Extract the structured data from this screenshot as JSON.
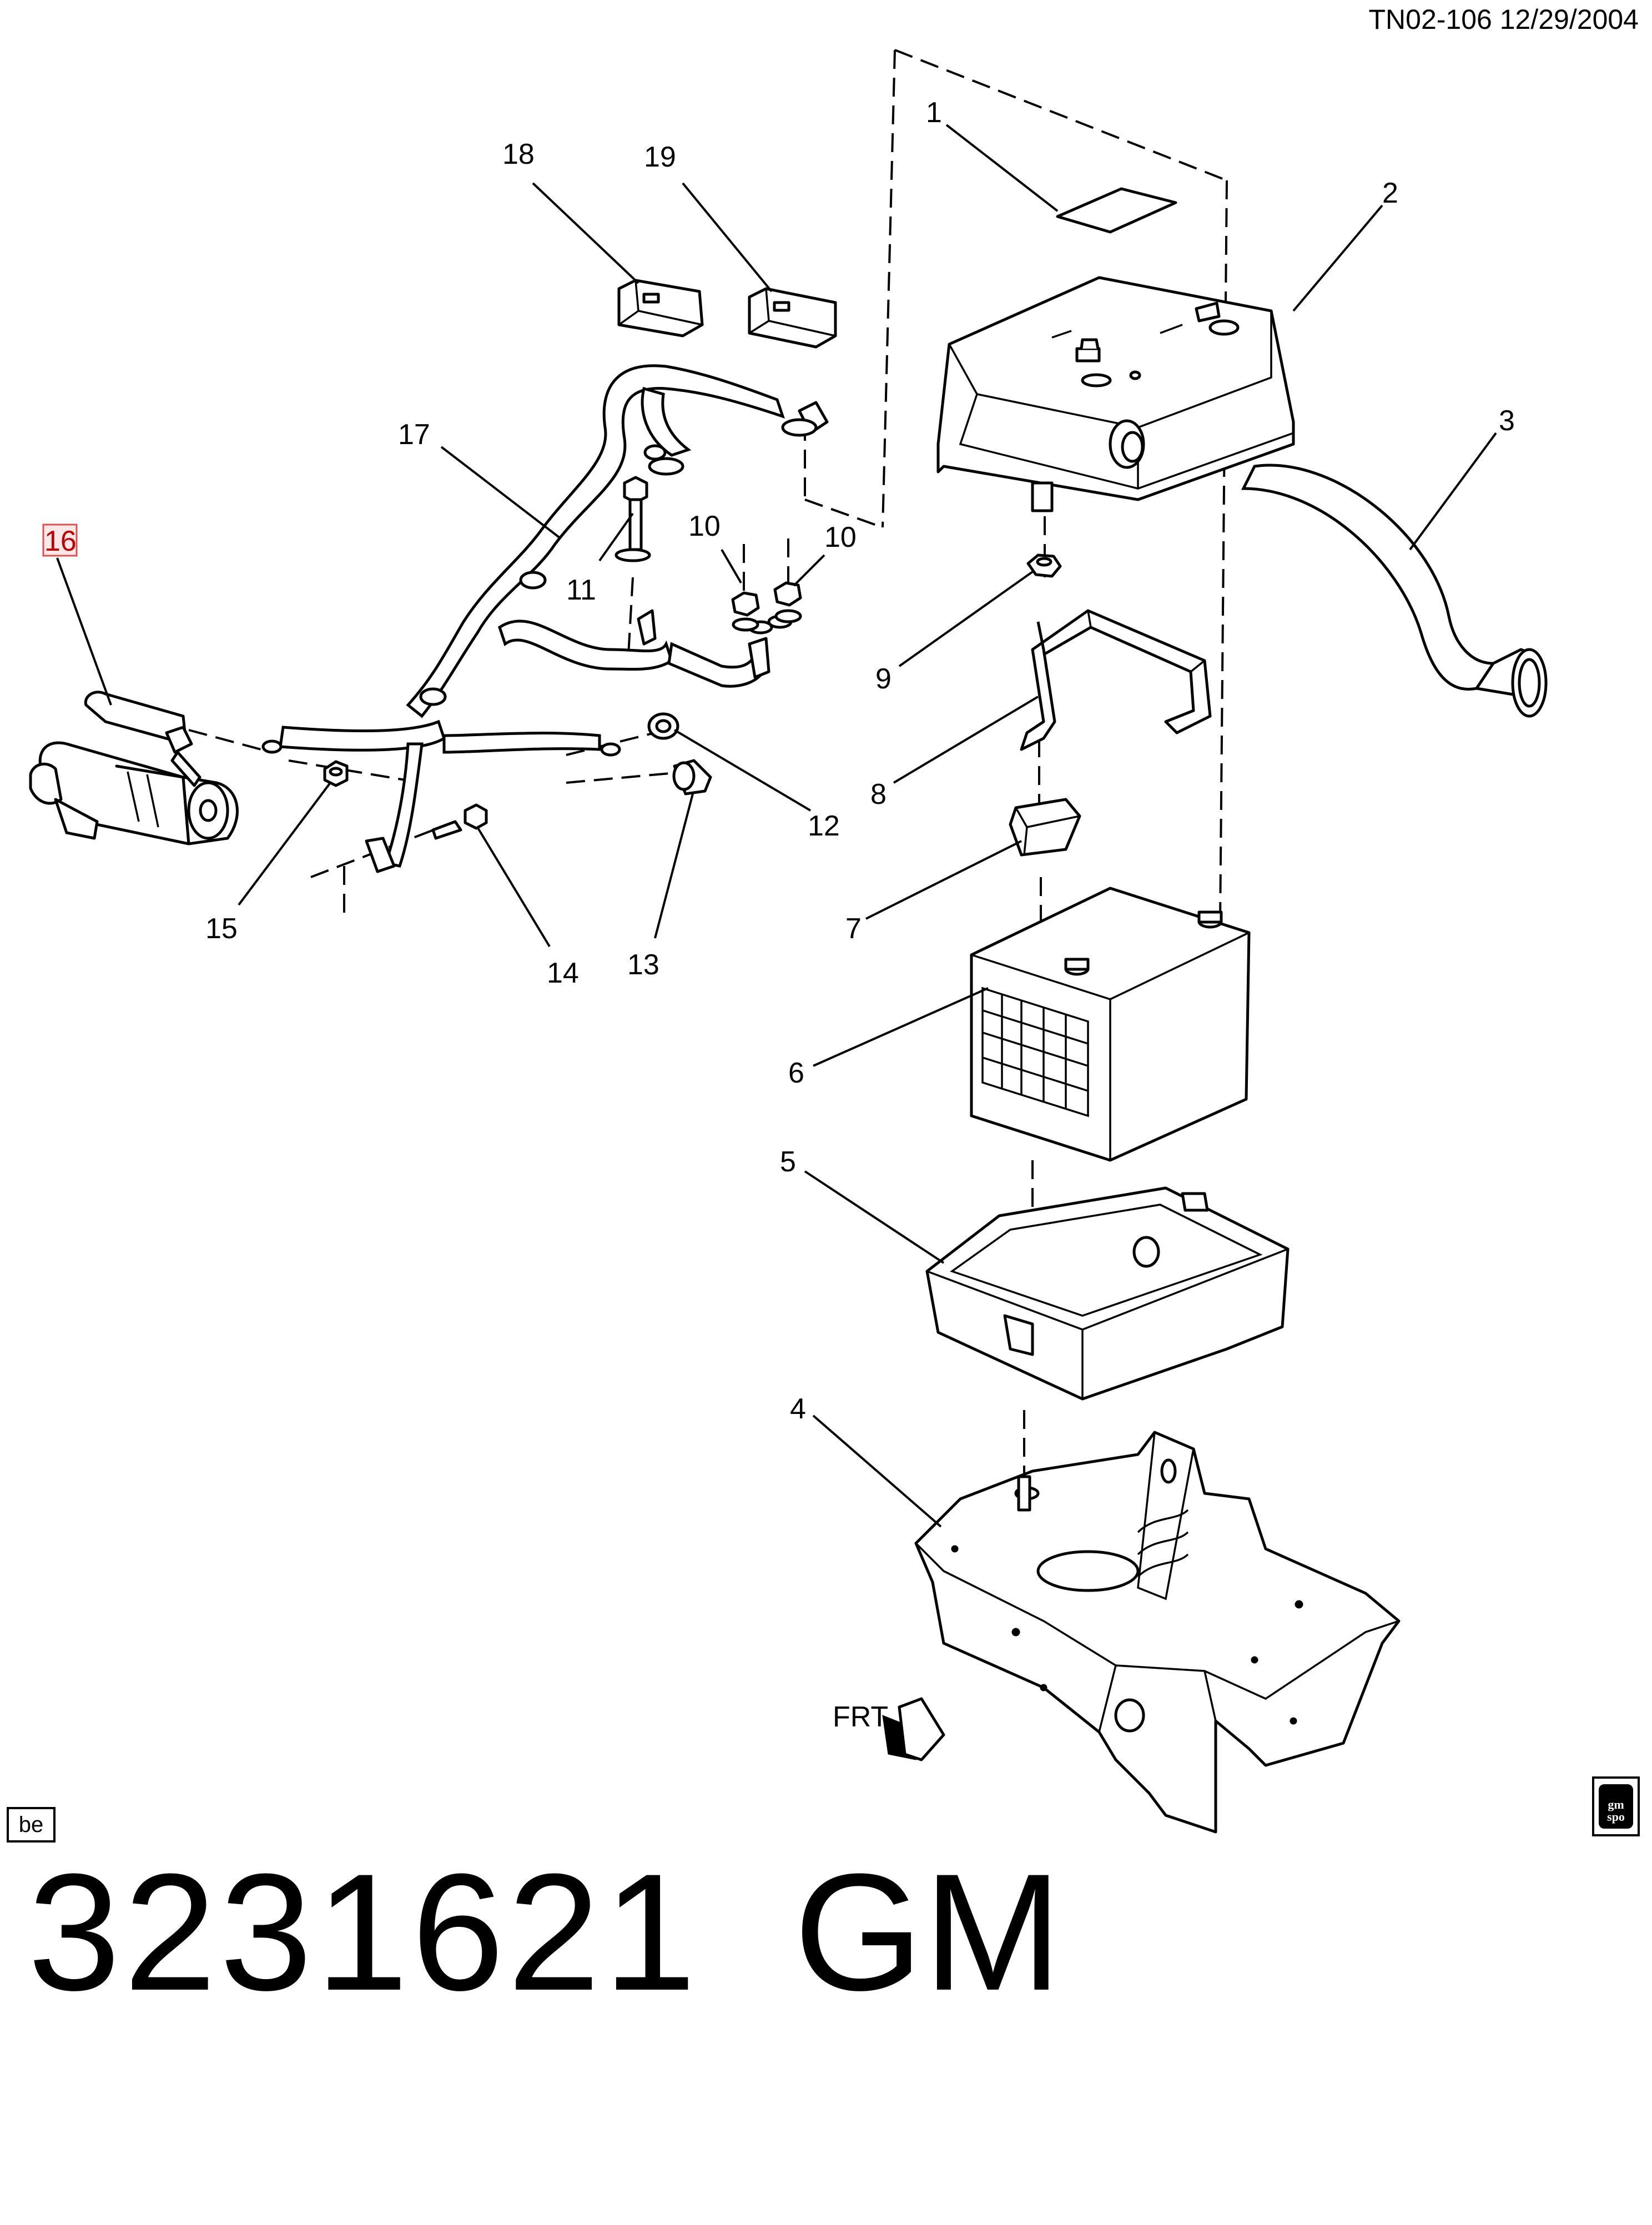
{
  "header": {
    "doc_id": "TN02-106 12/29/2004"
  },
  "footer": {
    "catalog_number": "3231621",
    "brand": "GM",
    "badge": "be",
    "logo_text": "gm\nspo"
  },
  "front_arrow_label": "FRT",
  "callouts": {
    "c1": "1",
    "c2": "2",
    "c3": "3",
    "c4": "4",
    "c5": "5",
    "c6": "6",
    "c7": "7",
    "c8": "8",
    "c9": "9",
    "c10a": "10",
    "c10b": "10",
    "c11": "11",
    "c12": "12",
    "c13": "13",
    "c14": "14",
    "c15": "15",
    "c16": "16",
    "c17": "17",
    "c18": "18",
    "c19": "19"
  },
  "colors": {
    "ink": "#000000",
    "highlight": "#c00000",
    "highlight_fill": "#fde8e8"
  }
}
